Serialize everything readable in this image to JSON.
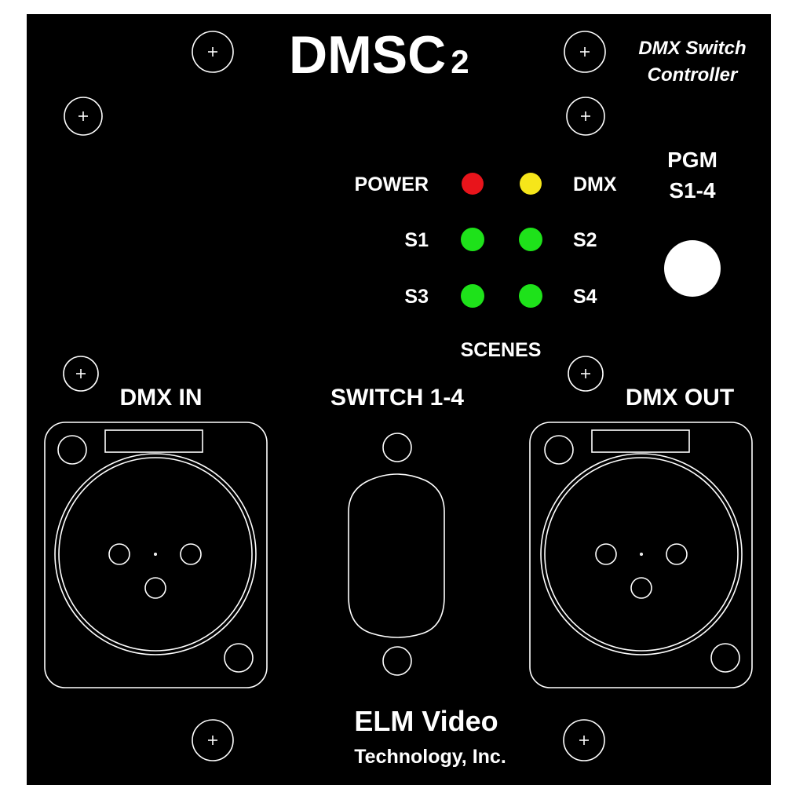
{
  "panel": {
    "title_main": "DMSC",
    "title_sub": "2",
    "subtitle_line1": "DMX Switch",
    "subtitle_line2": "Controller",
    "pgm_line1": "PGM",
    "pgm_line2": "S1-4",
    "scenes_label": "SCENES",
    "dmx_in_label": "DMX IN",
    "switch_label": "SWITCH 1-4",
    "dmx_out_label": "DMX OUT",
    "brand_line1": "ELM Video",
    "brand_line2": "Technology, Inc."
  },
  "indicators": {
    "power": {
      "label": "POWER",
      "color": "#e8141b"
    },
    "dmx": {
      "label": "DMX",
      "color": "#f6e61a"
    },
    "s1": {
      "label": "S1",
      "color": "#1ee21a"
    },
    "s2": {
      "label": "S2",
      "color": "#1ee21a"
    },
    "s3": {
      "label": "S3",
      "color": "#1ee21a"
    },
    "s4": {
      "label": "S4",
      "color": "#1ee21a"
    }
  },
  "colors": {
    "panel_background": "#000000",
    "line": "#ffffff",
    "button": "#ffffff"
  },
  "icons": {
    "screw": "plus-in-circle",
    "xlr": "xlr-3-pin-socket",
    "db9": "d-sub-connector"
  }
}
